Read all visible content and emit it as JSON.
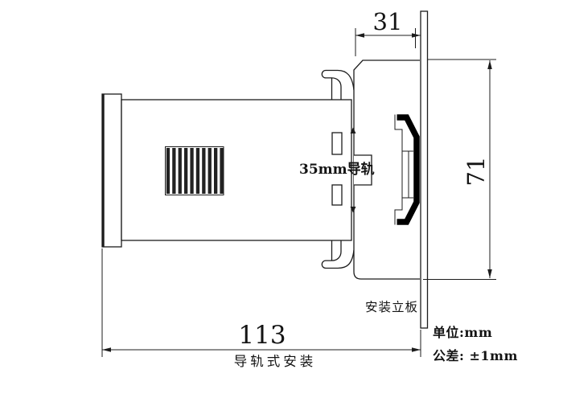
{
  "drawing": {
    "type": "engineering-drawing",
    "colors": {
      "line": "#1c1c1c",
      "rail_fill": "#000000",
      "background": "#ffffff"
    },
    "dimensions": {
      "rail_depth": {
        "value": "31",
        "orientation": "horizontal"
      },
      "panel_height": {
        "value": "71",
        "orientation": "vertical"
      },
      "total_depth": {
        "value": "113",
        "orientation": "horizontal"
      }
    },
    "labels": {
      "rail": "35mm导轨",
      "mounting_plate": "安装立板",
      "mounting_type": "导轨式安装"
    },
    "notes": {
      "unit": "单位:mm",
      "tolerance": "公差: ±1mm"
    }
  }
}
